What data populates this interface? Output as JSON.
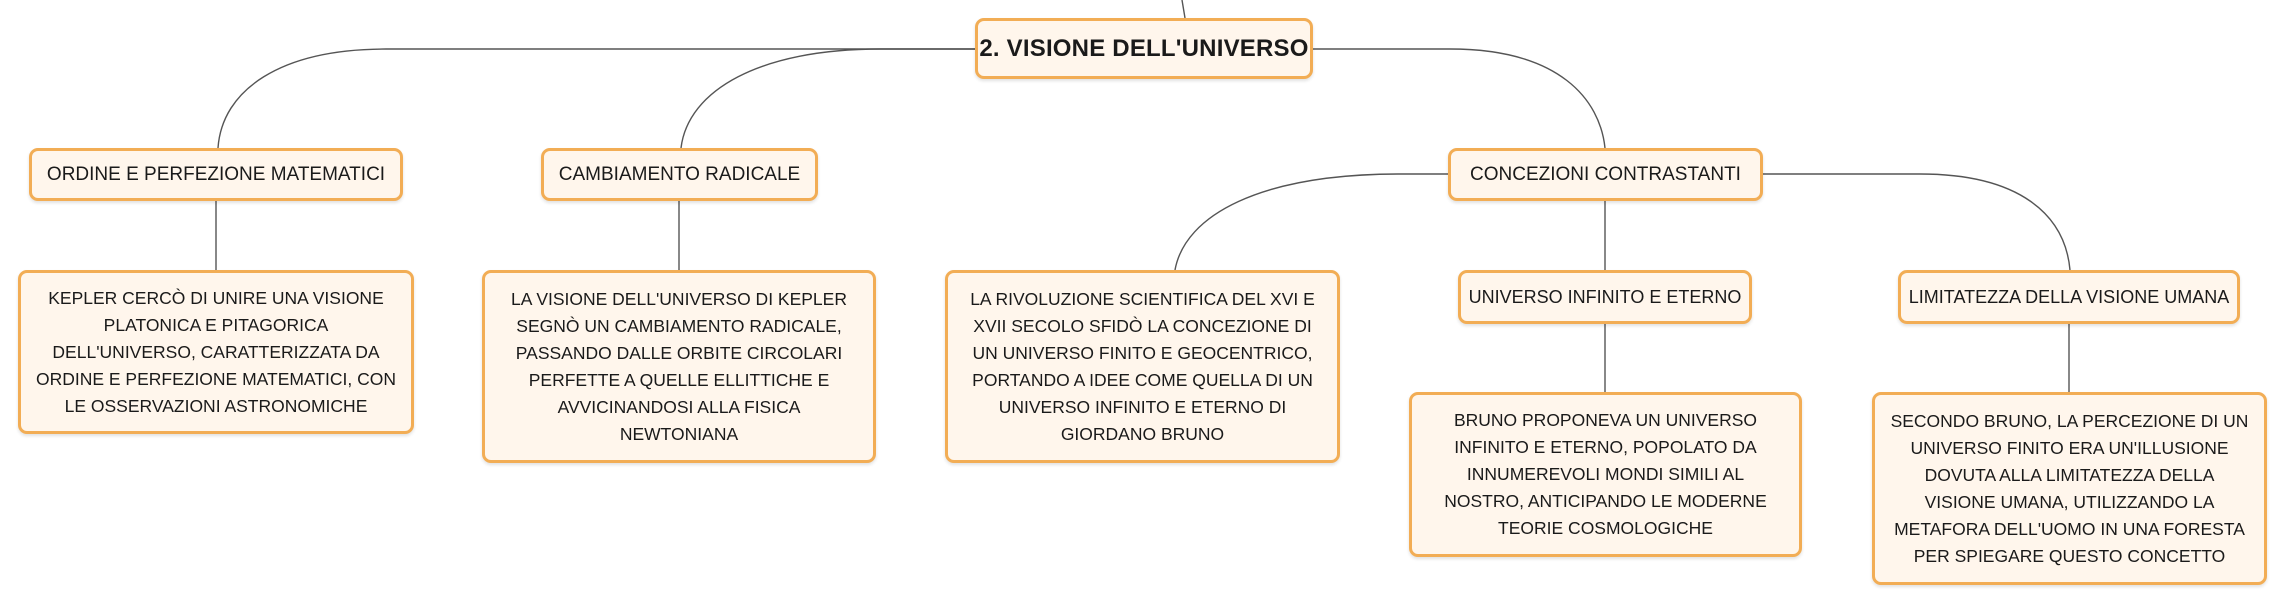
{
  "root": {
    "label": "2. VISIONE DELL'UNIVERSO"
  },
  "branches": {
    "ordine": {
      "label": "ORDINE E PERFEZIONE MATEMATICI",
      "detail": "KEPLER CERCÒ DI UNIRE UNA VISIONE PLATONICA E PITAGORICA DELL'UNIVERSO, CARATTERIZZATA DA ORDINE E PERFEZIONE MATEMATICI, CON LE OSSERVAZIONI ASTRONOMICHE"
    },
    "cambiamento": {
      "label": "CAMBIAMENTO RADICALE",
      "detail": "LA VISIONE DELL'UNIVERSO DI KEPLER SEGNÒ UN CAMBIAMENTO RADICALE, PASSANDO DALLE ORBITE CIRCOLARI PERFETTE A QUELLE ELLITTICHE E AVVICINANDOSI ALLA FISICA NEWTONIANA"
    },
    "concezioni": {
      "label": "CONCEZIONI CONTRASTANTI",
      "detail": "LA RIVOLUZIONE SCIENTIFICA DEL XVI E XVII SECOLO SFIDÒ LA CONCEZIONE DI UN UNIVERSO FINITO E GEOCENTRICO, PORTANDO A IDEE COME QUELLA DI UN UNIVERSO INFINITO E ETERNO DI GIORDANO BRUNO",
      "infinito": {
        "label": "UNIVERSO INFINITO E ETERNO",
        "detail": "BRUNO PROPONEVA UN UNIVERSO INFINITO E ETERNO, POPOLATO DA INNUMEREVOLI MONDI SIMILI AL NOSTRO, ANTICIPANDO LE MODERNE TEORIE COSMOLOGICHE"
      },
      "limitatezza": {
        "label": "LIMITATEZZA DELLA VISIONE UMANA",
        "detail": "SECONDO BRUNO, LA PERCEZIONE DI UN UNIVERSO FINITO ERA UN'ILLUSIONE DOVUTA ALLA LIMITATEZZA DELLA VISIONE UMANA, UTILIZZANDO LA METAFORA DELL'UOMO IN UNA FORESTA PER SPIEGARE QUESTO CONCETTO"
      }
    }
  }
}
